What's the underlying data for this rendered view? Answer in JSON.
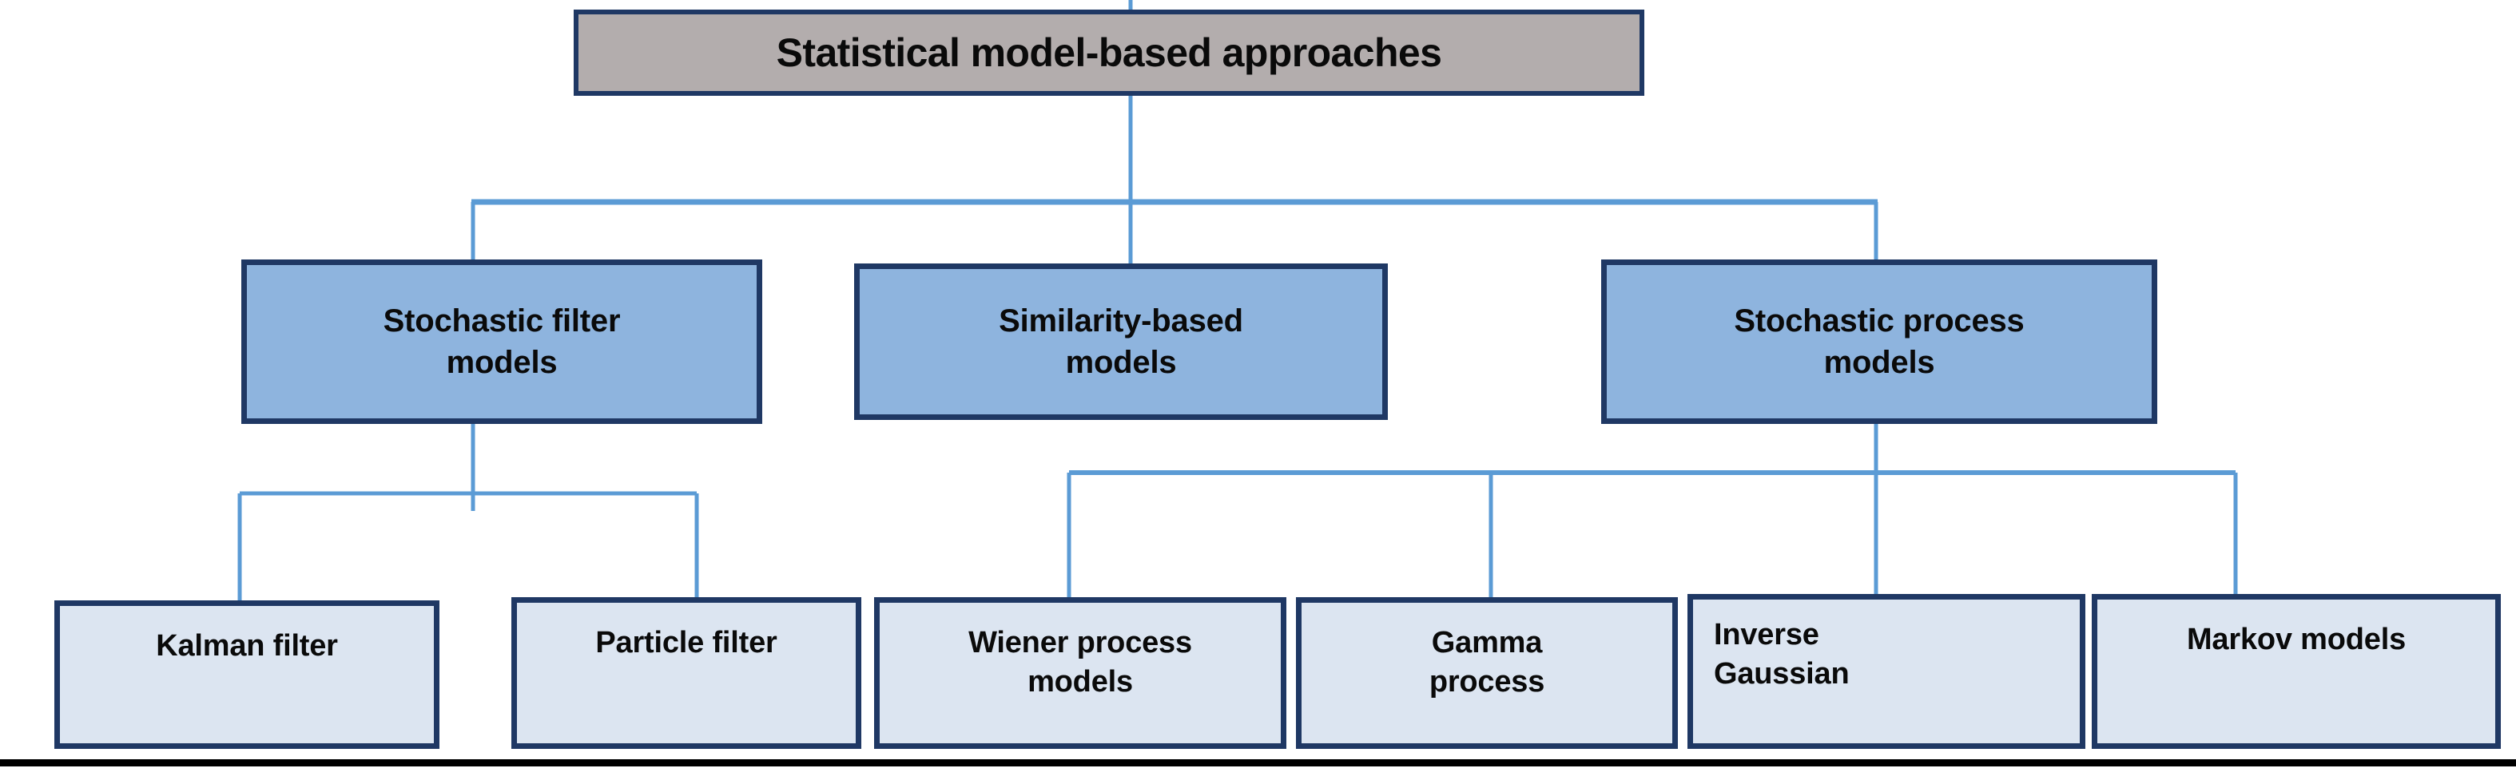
{
  "diagram": {
    "type": "hierarchy-tree",
    "title": "Statistical model-based approaches taxonomy",
    "colors": {
      "root_fill": "#b3adad",
      "level1_fill": "#8eb4de",
      "leaf_fill": "#dce5f1",
      "border": "#1f3864",
      "connector": "#5b9bd5",
      "text": "#0a0a0a",
      "baseline_rule": "#000000"
    },
    "levels": [
      {
        "index": 0,
        "name": "root"
      },
      {
        "index": 1,
        "name": "model-family"
      },
      {
        "index": 2,
        "name": "model-instance"
      }
    ],
    "nodes": {
      "root": {
        "label": "Statistical model-based approaches"
      },
      "level1": [
        {
          "id": "stochastic-filter-models",
          "label": "Stochastic filter\nmodels"
        },
        {
          "id": "similarity-based-models",
          "label": "Similarity-based\nmodels"
        },
        {
          "id": "stochastic-process-models",
          "label": "Stochastic process\nmodels"
        }
      ],
      "level2": [
        {
          "id": "kalman-filter",
          "label": "Kalman filter",
          "parent": "stochastic-filter-models"
        },
        {
          "id": "particle-filter",
          "label": "Particle filter",
          "parent": "stochastic-filter-models"
        },
        {
          "id": "wiener-process-models",
          "label": "Wiener process\nmodels",
          "parent": "stochastic-process-models"
        },
        {
          "id": "gamma-process",
          "label": "Gamma\nprocess",
          "parent": "stochastic-process-models"
        },
        {
          "id": "inverse-gaussian",
          "label": "Inverse\nGaussian",
          "parent": "stochastic-process-models"
        },
        {
          "id": "markov-models",
          "label": "Markov models",
          "parent": "stochastic-process-models"
        }
      ]
    },
    "edges": [
      {
        "from": "root",
        "to": "stochastic-filter-models"
      },
      {
        "from": "root",
        "to": "similarity-based-models"
      },
      {
        "from": "root",
        "to": "stochastic-process-models"
      },
      {
        "from": "stochastic-filter-models",
        "to": "kalman-filter"
      },
      {
        "from": "stochastic-filter-models",
        "to": "particle-filter"
      },
      {
        "from": "stochastic-process-models",
        "to": "wiener-process-models"
      },
      {
        "from": "stochastic-process-models",
        "to": "gamma-process"
      },
      {
        "from": "stochastic-process-models",
        "to": "inverse-gaussian"
      },
      {
        "from": "stochastic-process-models",
        "to": "markov-models"
      }
    ]
  }
}
